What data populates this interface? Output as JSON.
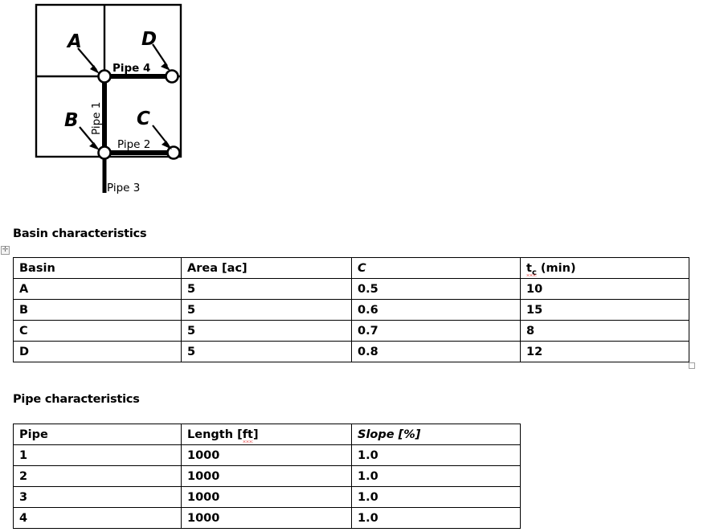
{
  "diagram": {
    "name": "watershed-basin-pipe-network",
    "basins": [
      {
        "id": "A",
        "label": "A"
      },
      {
        "id": "B",
        "label": "B"
      },
      {
        "id": "C",
        "label": "C"
      },
      {
        "id": "D",
        "label": "D"
      }
    ],
    "pipes": [
      {
        "id": "1",
        "label": "Pipe 1",
        "orientation": "vertical"
      },
      {
        "id": "2",
        "label": "Pipe 2",
        "orientation": "horizontal"
      },
      {
        "id": "3",
        "label": "Pipe 3",
        "orientation": "vertical"
      },
      {
        "id": "4",
        "label": "Pipe 4",
        "orientation": "horizontal"
      }
    ],
    "colors": {
      "line": "#000000",
      "node_fill": "#ffffff",
      "background": "#ffffff"
    }
  },
  "basin_section": {
    "heading": "Basin characteristics",
    "columns": [
      {
        "key": "basin",
        "label": "Basin",
        "italic": false
      },
      {
        "key": "area",
        "label": "Area [ac]",
        "italic": false
      },
      {
        "key": "c",
        "label": "C",
        "italic": true
      },
      {
        "key": "tc",
        "label_prefix": "t",
        "label_sub": "c",
        "label_suffix": " (min)",
        "italic": false,
        "spelling_flag": true
      }
    ],
    "rows": [
      {
        "basin": "A",
        "area": "5",
        "c": "0.5",
        "tc": "10"
      },
      {
        "basin": "B",
        "area": "5",
        "c": "0.6",
        "tc": "15"
      },
      {
        "basin": "C",
        "area": "5",
        "c": "0.7",
        "tc": "8"
      },
      {
        "basin": "D",
        "area": "5",
        "c": "0.8",
        "tc": "12"
      }
    ]
  },
  "pipe_section": {
    "heading": "Pipe characteristics",
    "columns": [
      {
        "key": "pipe",
        "label": "Pipe",
        "italic": false
      },
      {
        "key": "length",
        "label_prefix": "Length [",
        "label_flagged": "ft",
        "label_suffix": "]",
        "italic": false,
        "spelling_flag": true
      },
      {
        "key": "slope",
        "label": "Slope [%]",
        "italic": true
      }
    ],
    "rows": [
      {
        "pipe": "1",
        "length": "1000",
        "slope": "1.0"
      },
      {
        "pipe": "2",
        "length": "1000",
        "slope": "1.0"
      },
      {
        "pipe": "3",
        "length": "1000",
        "slope": "1.0"
      },
      {
        "pipe": "4",
        "length": "1000",
        "slope": "1.0"
      }
    ]
  },
  "editor_chrome": {
    "table_move_handle_glyph": "✛",
    "table_resize_handle": ""
  }
}
